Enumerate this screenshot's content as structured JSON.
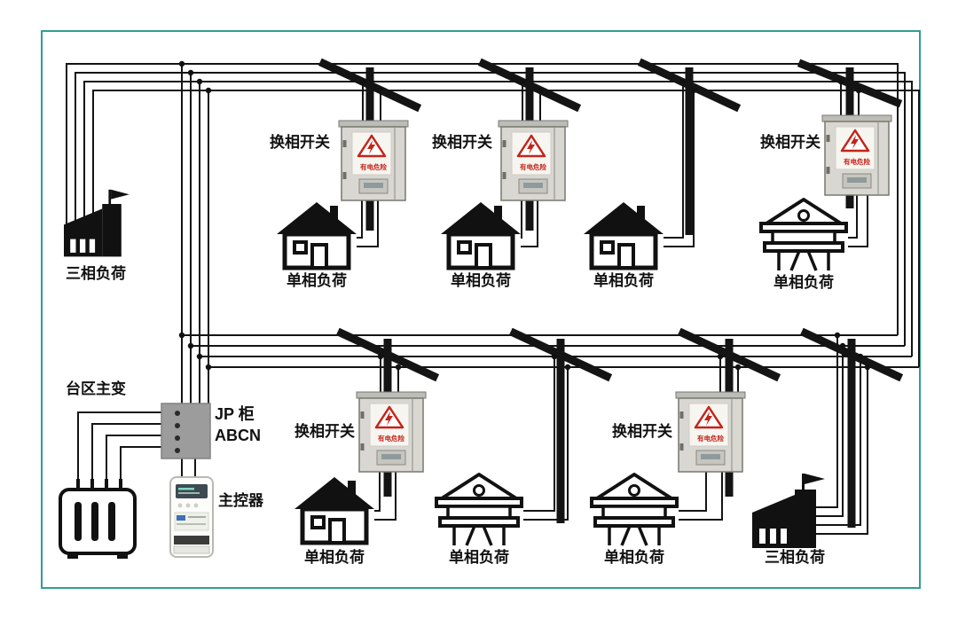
{
  "colors": {
    "border": "#2f9f90",
    "wire": "#141414",
    "warning_red": "#c3241a"
  },
  "top_row": {
    "three_phase_load": "三相负荷",
    "switch_labels": [
      "换相开关",
      "换相开关",
      "换相开关"
    ],
    "load_labels": [
      "单相负荷",
      "单相负荷",
      "单相负荷",
      "单相负荷"
    ]
  },
  "bottom_row": {
    "transformer_label": "台区主变",
    "jp_cabinet": {
      "line1": "JP 柜",
      "line2": "ABCN"
    },
    "controller_label": "主控器",
    "switch_labels": [
      "换相开关",
      "换相开关"
    ],
    "load_labels": [
      "单相负荷",
      "单相负荷",
      "单相负荷"
    ],
    "three_phase_load": "三相负荷"
  },
  "switch_box": {
    "warning_text": "有电危险"
  }
}
